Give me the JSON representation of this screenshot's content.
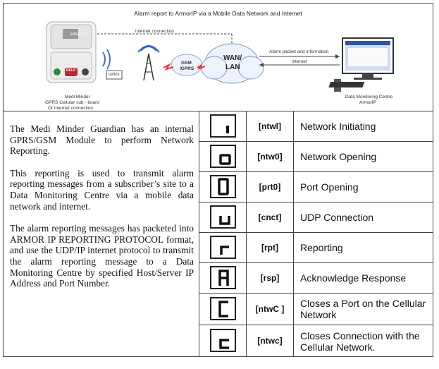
{
  "diagram": {
    "title": "Alarm report to ArmorIP via a Mobile Data Network and Internet",
    "device_label_1": "Medi Minder",
    "device_label_2": "GPRS Cellular sub - board",
    "device_label_3": "Or internet connection",
    "help_label": "HELP",
    "gprs_box_label": "GPRS",
    "gsm_label": "GSM",
    "gprs_label": "/GPRS",
    "internet_connection_label": "internet connection",
    "wan_label": "WAN/",
    "lan_label": "LAN",
    "alarm_info_label": "Alarm packet and information",
    "internet_label": "internet",
    "centre_label": "Data Monitoring Centre",
    "armorip_label": "ArmorIP"
  },
  "paragraphs": [
    "The Medi Minder Guardian  has an internal GPRS/GSM Module to perform Network Reporting.",
    "This reporting is used to transmit alarm reporting messages from a subscriber’s site to a Data Monitoring Centre via a mobile data network and internet.",
    "The alarm reporting messages has packeted into ARMOR IP REPORTING PROTOCOL format, and use the UDP/IP internet protocol to transmit the alarm reporting message to a Data Monitoring Centre by specified Host/Server IP Address and Port Number."
  ],
  "table": [
    {
      "glyph": "i",
      "code": "[ntwl]",
      "desc": "Network Initiating"
    },
    {
      "glyph": "o",
      "code": "[ntw0]",
      "desc": "Network Opening"
    },
    {
      "glyph": "0",
      "code": "[prt0]",
      "desc": "Port Opening"
    },
    {
      "glyph": "u",
      "code": "[cnct]",
      "desc": "UDP Connection"
    },
    {
      "glyph": "r",
      "code": "[rpt]",
      "desc": "Reporting"
    },
    {
      "glyph": "A",
      "code": "[rsp]",
      "desc": "Acknowledge Response"
    },
    {
      "glyph": "C",
      "code": "[ntwC ]",
      "desc": "Closes a Port on the Cellular Network"
    },
    {
      "glyph": "c",
      "code": "[ntwc]",
      "desc": "Closes Connection with the Cellular Network."
    }
  ]
}
